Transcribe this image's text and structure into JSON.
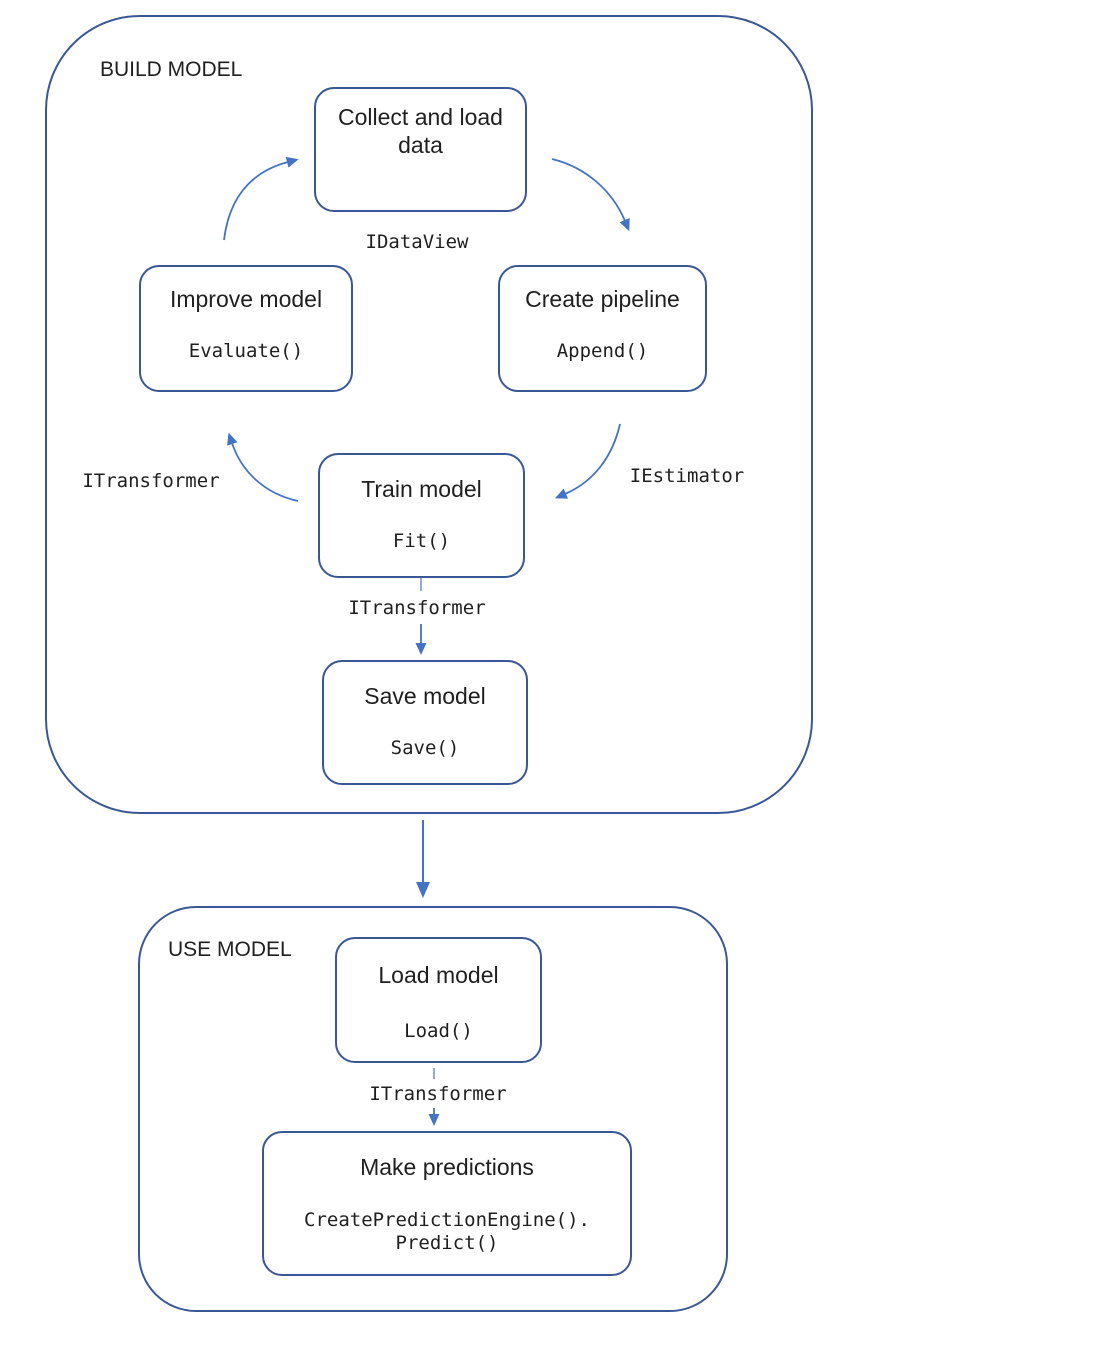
{
  "sections": {
    "build": {
      "label": "BUILD MODEL",
      "nodes": {
        "collect": {
          "title": "Collect and load data"
        },
        "improve": {
          "title": "Improve model",
          "code": "Evaluate()"
        },
        "create": {
          "title": "Create pipeline",
          "code": "Append()"
        },
        "train": {
          "title": "Train model",
          "code": "Fit()"
        },
        "save": {
          "title": "Save model",
          "code": "Save()"
        }
      },
      "edge_labels": {
        "idataview": "IDataView",
        "iestimator": "IEstimator",
        "itransformer_left": "ITransformer",
        "itransformer_mid": "ITransformer"
      }
    },
    "use": {
      "label": "USE MODEL",
      "nodes": {
        "load": {
          "title": "Load model",
          "code": "Load()"
        },
        "predict": {
          "title": "Make predictions",
          "code_line1": "CreatePredictionEngine().",
          "code_line2": "Predict()"
        }
      },
      "edge_labels": {
        "itransformer": "ITransformer"
      }
    }
  },
  "colors": {
    "container_border": "#3a5795",
    "node_border": "#3a5795",
    "arrow": "#4472c4",
    "text": "#1f1f1f"
  }
}
